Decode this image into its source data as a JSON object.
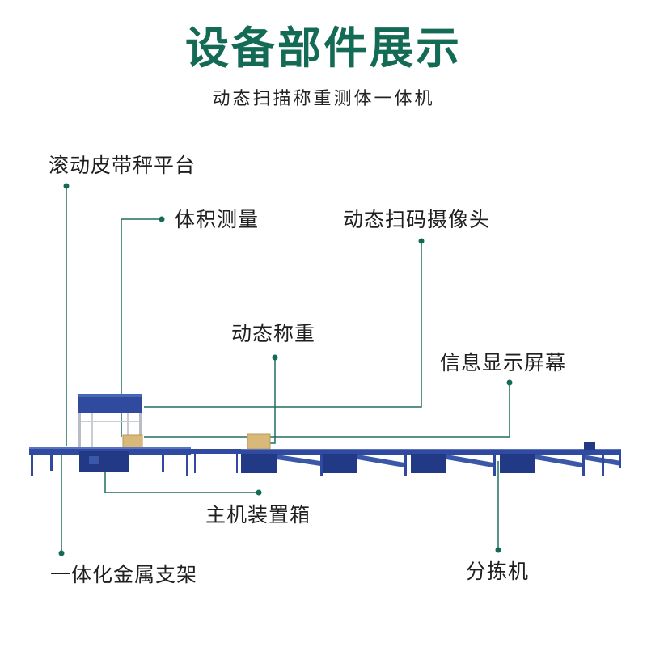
{
  "title": "设备部件展示",
  "subtitle": "动态扫描称重测体一体机",
  "labels": {
    "roller_belt_scale": "滚动皮带秤平台",
    "volume_measure": "体积测量",
    "dynamic_scan_camera": "动态扫码摄像头",
    "dynamic_weighing": "动态称重",
    "info_display": "信息显示屏幕",
    "main_control_box": "主机装置箱",
    "metal_frame": "一体化金属支架",
    "sorter": "分拣机"
  },
  "colors": {
    "title": "#136a55",
    "leader": "#1f6f5f",
    "dot": "#136a55",
    "machine": "#2f4a9e",
    "machine_dark": "#223a86",
    "frame": "#b8bcc4",
    "box": "#d9b97a"
  }
}
